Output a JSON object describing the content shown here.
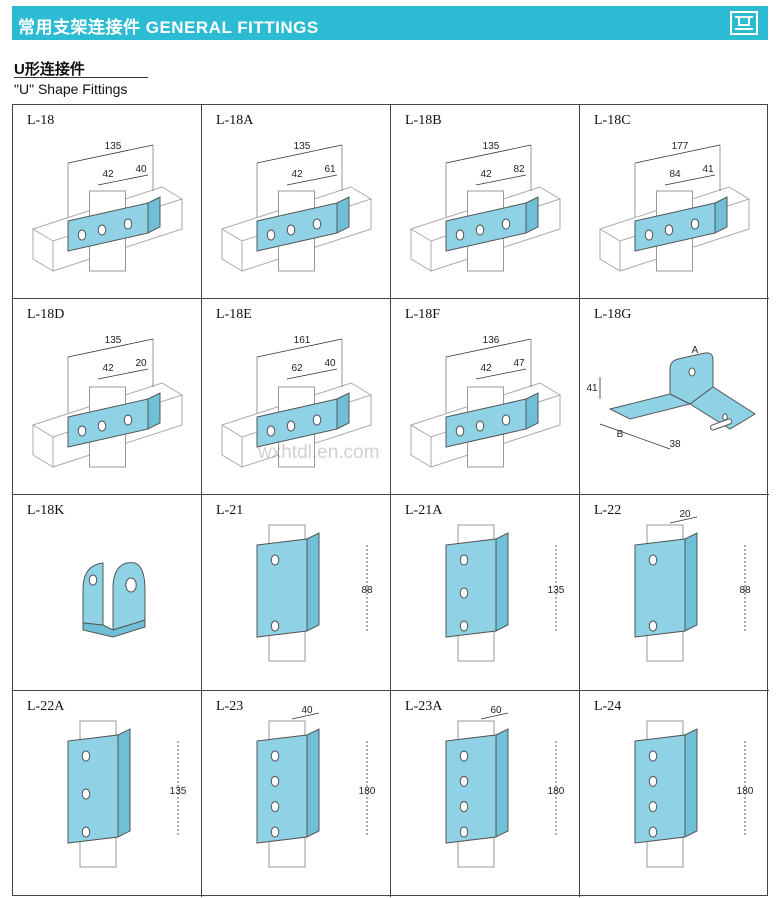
{
  "banner": {
    "title": "常用支架连接件  GENERAL FITTINGS",
    "accent_color": "#2bbcd4",
    "logo_icon": "bracket-logo-icon"
  },
  "section": {
    "title_cn": "U形连接件",
    "title_en": "\"U\" Shape Fittings"
  },
  "watermark": "wxhtdl.en.com",
  "fitting_color": "#8fd2e6",
  "items": [
    {
      "label": "L-18",
      "kind": "plate",
      "dims": [
        "135",
        "42",
        "40"
      ]
    },
    {
      "label": "L-18A",
      "kind": "plate",
      "dims": [
        "135",
        "42",
        "61"
      ]
    },
    {
      "label": "L-18B",
      "kind": "plate",
      "dims": [
        "135",
        "42",
        "82"
      ]
    },
    {
      "label": "L-18C",
      "kind": "plate",
      "dims": [
        "177",
        "84",
        "41"
      ]
    },
    {
      "label": "L-18D",
      "kind": "plate",
      "dims": [
        "135",
        "42",
        "20"
      ]
    },
    {
      "label": "L-18E",
      "kind": "plate",
      "dims": [
        "161",
        "62",
        "40"
      ]
    },
    {
      "label": "L-18F",
      "kind": "plate",
      "dims": [
        "136",
        "42",
        "47"
      ]
    },
    {
      "label": "L-18G",
      "kind": "saddle",
      "dims": [
        "A",
        "41",
        "B",
        "38"
      ]
    },
    {
      "label": "L-18K",
      "kind": "clevis",
      "dims": []
    },
    {
      "label": "L-21",
      "kind": "channel",
      "dims": [
        "88"
      ]
    },
    {
      "label": "L-21A",
      "kind": "channel",
      "dims": [
        "135"
      ]
    },
    {
      "label": "L-22",
      "kind": "channel",
      "dims": [
        "20",
        "88"
      ]
    },
    {
      "label": "L-22A",
      "kind": "channel",
      "dims": [
        "135"
      ]
    },
    {
      "label": "L-23",
      "kind": "channel",
      "dims": [
        "40",
        "180"
      ]
    },
    {
      "label": "L-23A",
      "kind": "channel",
      "dims": [
        "60",
        "180"
      ]
    },
    {
      "label": "L-24",
      "kind": "channel",
      "dims": [
        "180"
      ]
    }
  ]
}
